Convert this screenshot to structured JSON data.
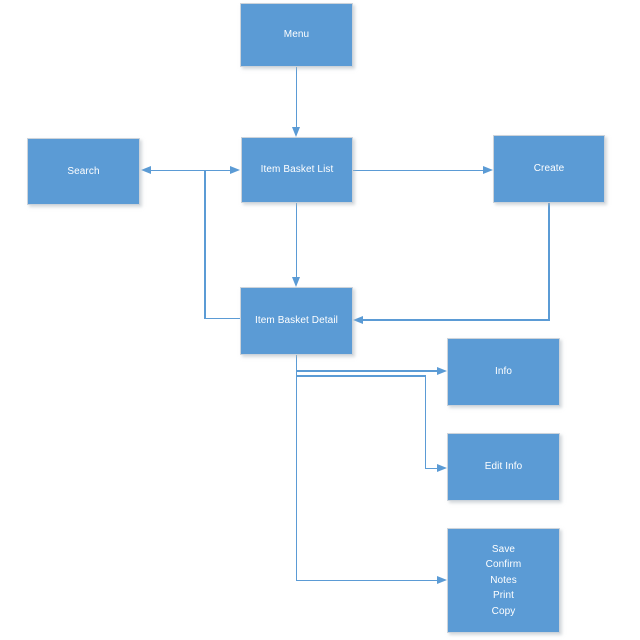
{
  "diagram": {
    "type": "flowchart",
    "colors": {
      "node_fill": "#5b9bd5",
      "node_text": "#ffffff",
      "connector": "#5b9bd5",
      "background": "#ffffff"
    },
    "nodes": {
      "menu": {
        "label": "Menu"
      },
      "search": {
        "label": "Search"
      },
      "item_basket_list": {
        "label": "Item Basket List"
      },
      "create": {
        "label": "Create"
      },
      "item_basket_detail": {
        "label": "Item Basket Detail"
      },
      "info": {
        "label": "Info"
      },
      "edit_info": {
        "label": "Edit Info"
      },
      "actions": {
        "labels": [
          "Save",
          "Confirm",
          "Notes",
          "Print",
          "Copy"
        ]
      }
    },
    "edges": [
      {
        "from": "menu",
        "to": "item_basket_list",
        "arrow": "to"
      },
      {
        "from": "search",
        "to": "item_basket_list",
        "arrow": "both"
      },
      {
        "from": "item_basket_list",
        "to": "create",
        "arrow": "to"
      },
      {
        "from": "item_basket_list",
        "to": "item_basket_detail",
        "arrow": "to"
      },
      {
        "from": "search_list_junction",
        "to": "item_basket_detail",
        "arrow": "none"
      },
      {
        "from": "create",
        "to": "item_basket_detail",
        "arrow": "to"
      },
      {
        "from": "item_basket_detail",
        "to": "info",
        "arrow": "to"
      },
      {
        "from": "item_basket_detail",
        "to": "edit_info",
        "arrow": "to"
      },
      {
        "from": "item_basket_detail",
        "to": "actions",
        "arrow": "to"
      }
    ]
  }
}
